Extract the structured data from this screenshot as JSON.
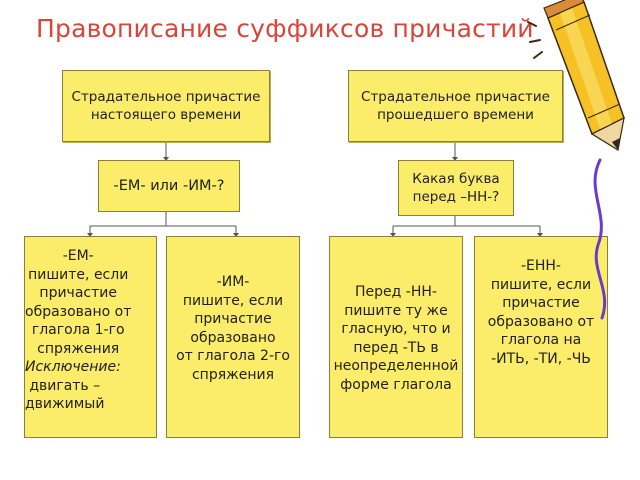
{
  "title": "Правописание суффиксов причастий",
  "colors": {
    "box_fill": "#fbec6a",
    "title": "#d9453a",
    "border": "#8a7e3a"
  },
  "icons": [
    "pencil-icon"
  ],
  "left": {
    "root": "Страдательное причастие\nнастоящего времени",
    "question": "-ЕМ- или -ИМ-?",
    "branch_em": {
      "lines": "-ЕМ-\nпишите, если\nпричастие\nобразовано от\nглагола 1-го\nспряжения",
      "exception_label": "Исключение:",
      "exception_text": "двигать –\nдвижимый"
    },
    "branch_im": "-ИМ-\nпишите, если\nпричастие\nобразовано\nот глагола 2-го\nспряжения"
  },
  "right": {
    "root": "Страдательное причастие\nпрошедшего времени",
    "question": "Какая буква\nперед –НН-?",
    "branch_nn": "Перед -НН-\nпишите ту же\nгласную, что и\nперед -ТЬ в\nнеопределенной\nформе глагола",
    "branch_enn": "-ЕНН-\nпишите, если\nпричастие\nобразовано от\nглагола на\n-ИТЬ, -ТИ, -ЧЬ"
  }
}
